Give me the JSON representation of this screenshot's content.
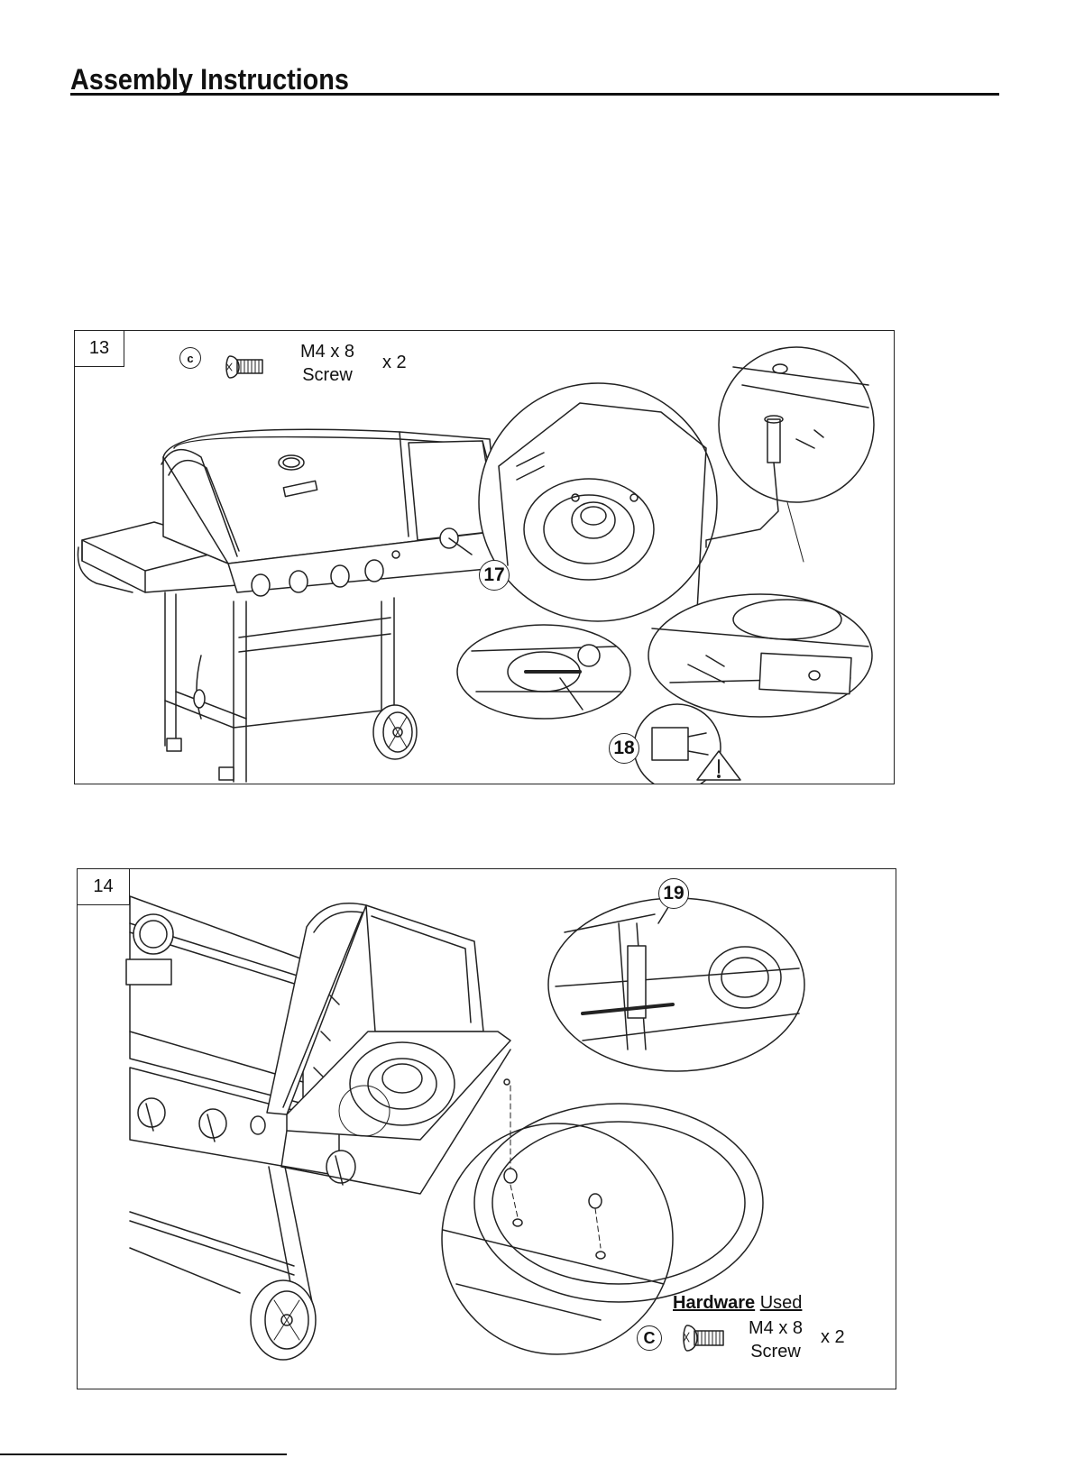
{
  "page": {
    "title": "Assembly Instructions"
  },
  "step13": {
    "number": "13",
    "hardware": {
      "letter": "c",
      "size": "M4 x 8",
      "name": "Screw",
      "qty": "x 2",
      "icon": "screw-icon"
    },
    "callouts": [
      "17",
      "18"
    ]
  },
  "step14": {
    "number": "14",
    "callouts": [
      "19"
    ],
    "hardware_used": {
      "heading_bold": "Hardware",
      "heading_rest": "Used",
      "letter": "C",
      "size": "M4 x 8",
      "name": "Screw",
      "qty": "x 2",
      "icon": "screw-icon"
    }
  }
}
